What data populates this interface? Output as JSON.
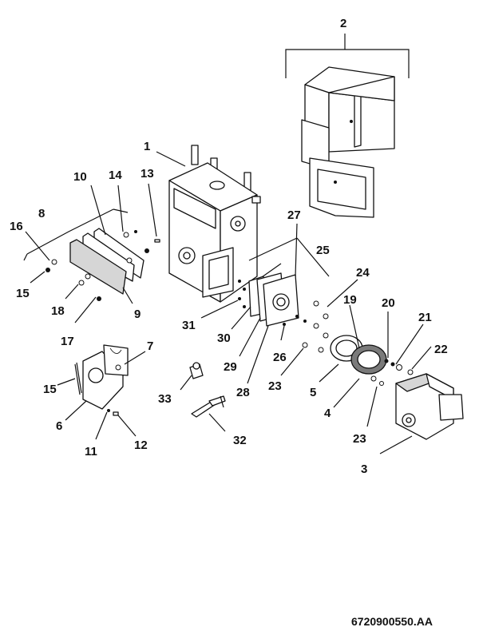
{
  "diagram": {
    "drawing_code": "6720900550.AA",
    "callouts": [
      "1",
      "2",
      "3",
      "4",
      "5",
      "6",
      "7",
      "8",
      "9",
      "10",
      "11",
      "12",
      "13",
      "14",
      "15",
      "15",
      "16",
      "17",
      "18",
      "19",
      "20",
      "21",
      "22",
      "23",
      "23",
      "24",
      "25",
      "26",
      "27",
      "28",
      "29",
      "30",
      "31",
      "32",
      "33"
    ]
  }
}
